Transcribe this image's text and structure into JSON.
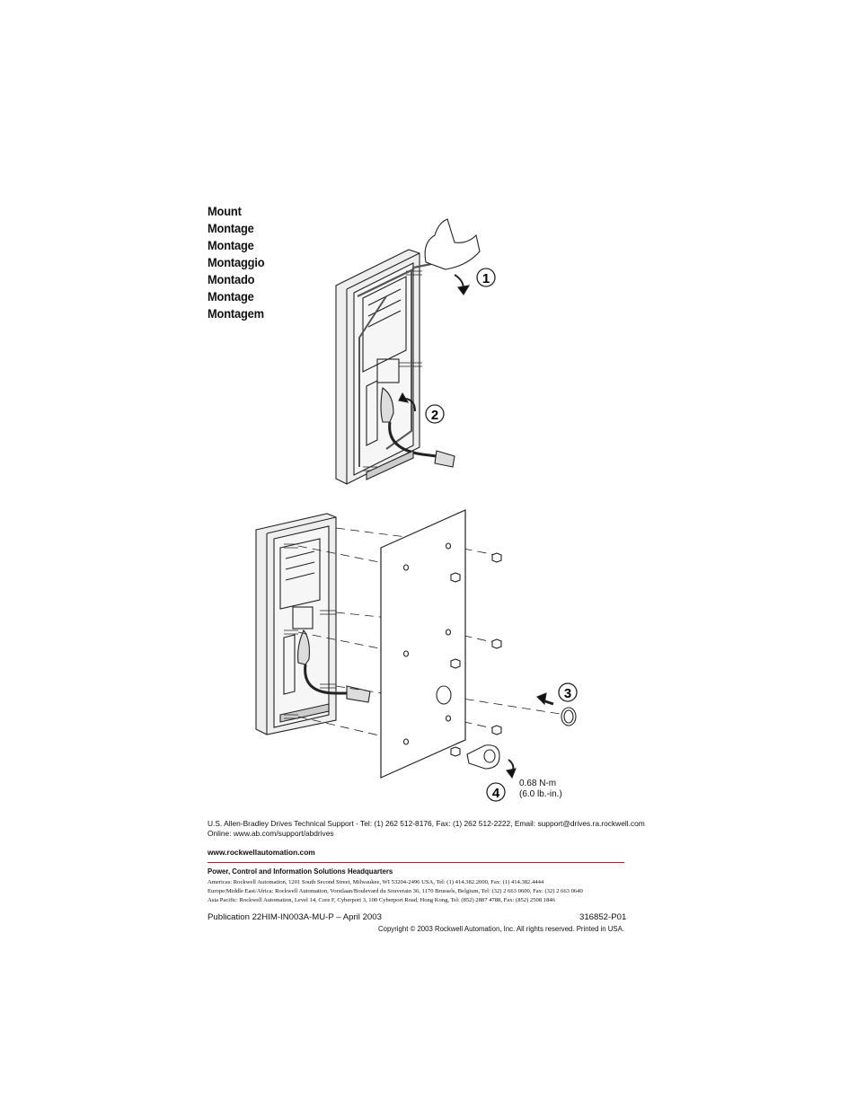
{
  "titles": [
    "Mount",
    "Montage",
    "Montage",
    "Montaggio",
    "Montado",
    "Montage",
    "Montagem"
  ],
  "steps": [
    "1",
    "2",
    "3",
    "4"
  ],
  "torque": {
    "value": "0.68 N-m",
    "imperial": "(6.0 lb.-in.)"
  },
  "support": {
    "line1": "U.S. Allen-Bradley Drives Technical Support - Tel: (1) 262 512-8176, Fax: (1) 262 512-2222, Email: support@drives.ra.rockwell.com",
    "line2": "Online: www.ab.com/support/abdrives"
  },
  "website": "www.rockwellautomation.com",
  "rule_color": "#c8102e",
  "hq": {
    "title": "Power, Control and Information Solutions Headquarters",
    "americas": "Americas: Rockwell Automation, 1201 South Second Street, Milwaukee, WI 53204-2496 USA, Tel: (1) 414.382.2000, Fax: (1)  414.382.4444",
    "emea": "Europe/Middle East/Africa: Rockwell Automation, Vorstlaan/Boulevard du Souverain 36, 1170 Brussels, Belgium, Tel: (32) 2 663 0600, Fax: (32) 2 663 0640",
    "apac": "Asia Pacific: Rockwell Automation, Level 14, Core F, Cyberport 3, 100 Cyberport Road, Hong Kong, Tel: (852) 2887 4788, Fax: (852) 2508 1846"
  },
  "publication": "Publication 22HIM-IN003A-MU-P – April 2003",
  "part_number": "316852-P01",
  "copyright": "Copyright © 2003 Rockwell Automation, Inc. All rights reserved. Printed in USA."
}
